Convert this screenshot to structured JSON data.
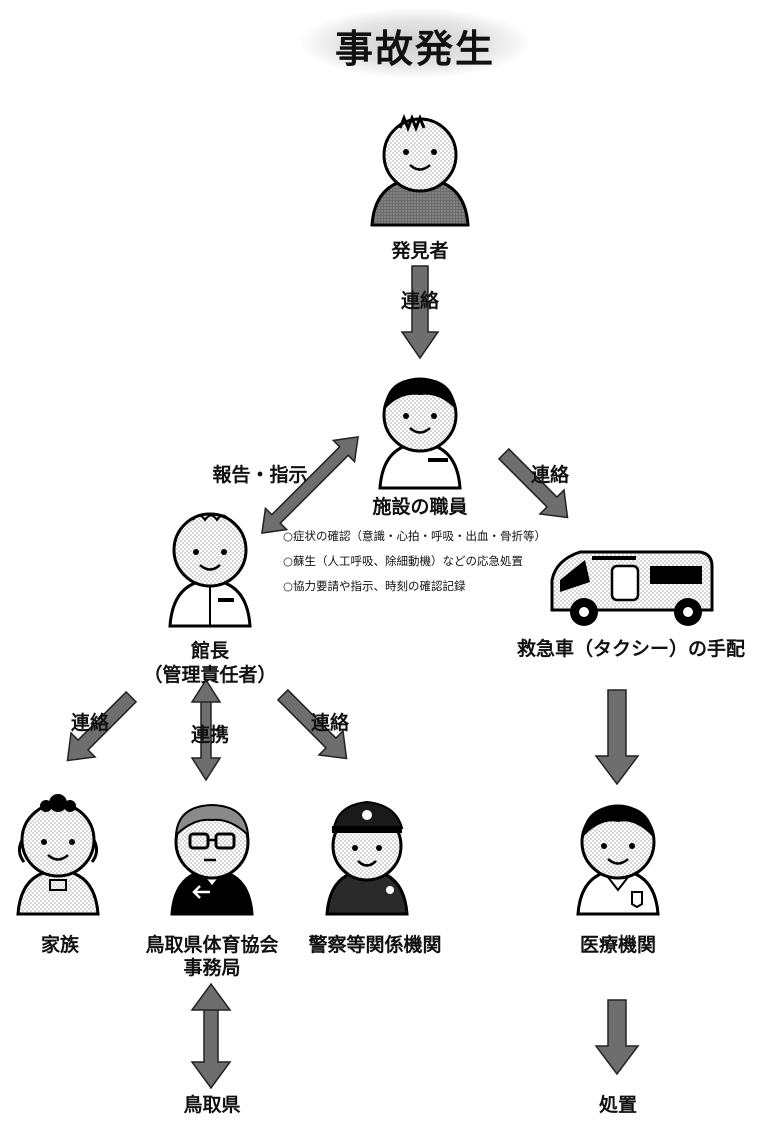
{
  "title": "事故発生",
  "nodes": {
    "discoverer": "発見者",
    "staff": "施設の職員",
    "director_line1": "館長",
    "director_line2": "（管理責任者）",
    "ambulance": "救急車（タクシー）の手配",
    "family": "家族",
    "association_line1": "鳥取県体育協会",
    "association_line2": "事務局",
    "police": "警察等関係機関",
    "medical": "医療機関",
    "prefecture": "鳥取県",
    "treatment": "処置"
  },
  "edges": {
    "discoverer_to_staff": "連絡",
    "staff_director": "報告・指示",
    "staff_to_ambulance": "連絡",
    "director_to_family": "連絡",
    "director_association": "連携",
    "director_to_police": "連絡"
  },
  "staff_notes": [
    "○症状の確認（意識・心拍・呼吸・出血・骨折等）",
    "○蘇生（人工呼吸、除細動機）などの応急処置",
    "○協力要請や指示、時刻の確認記録"
  ]
}
